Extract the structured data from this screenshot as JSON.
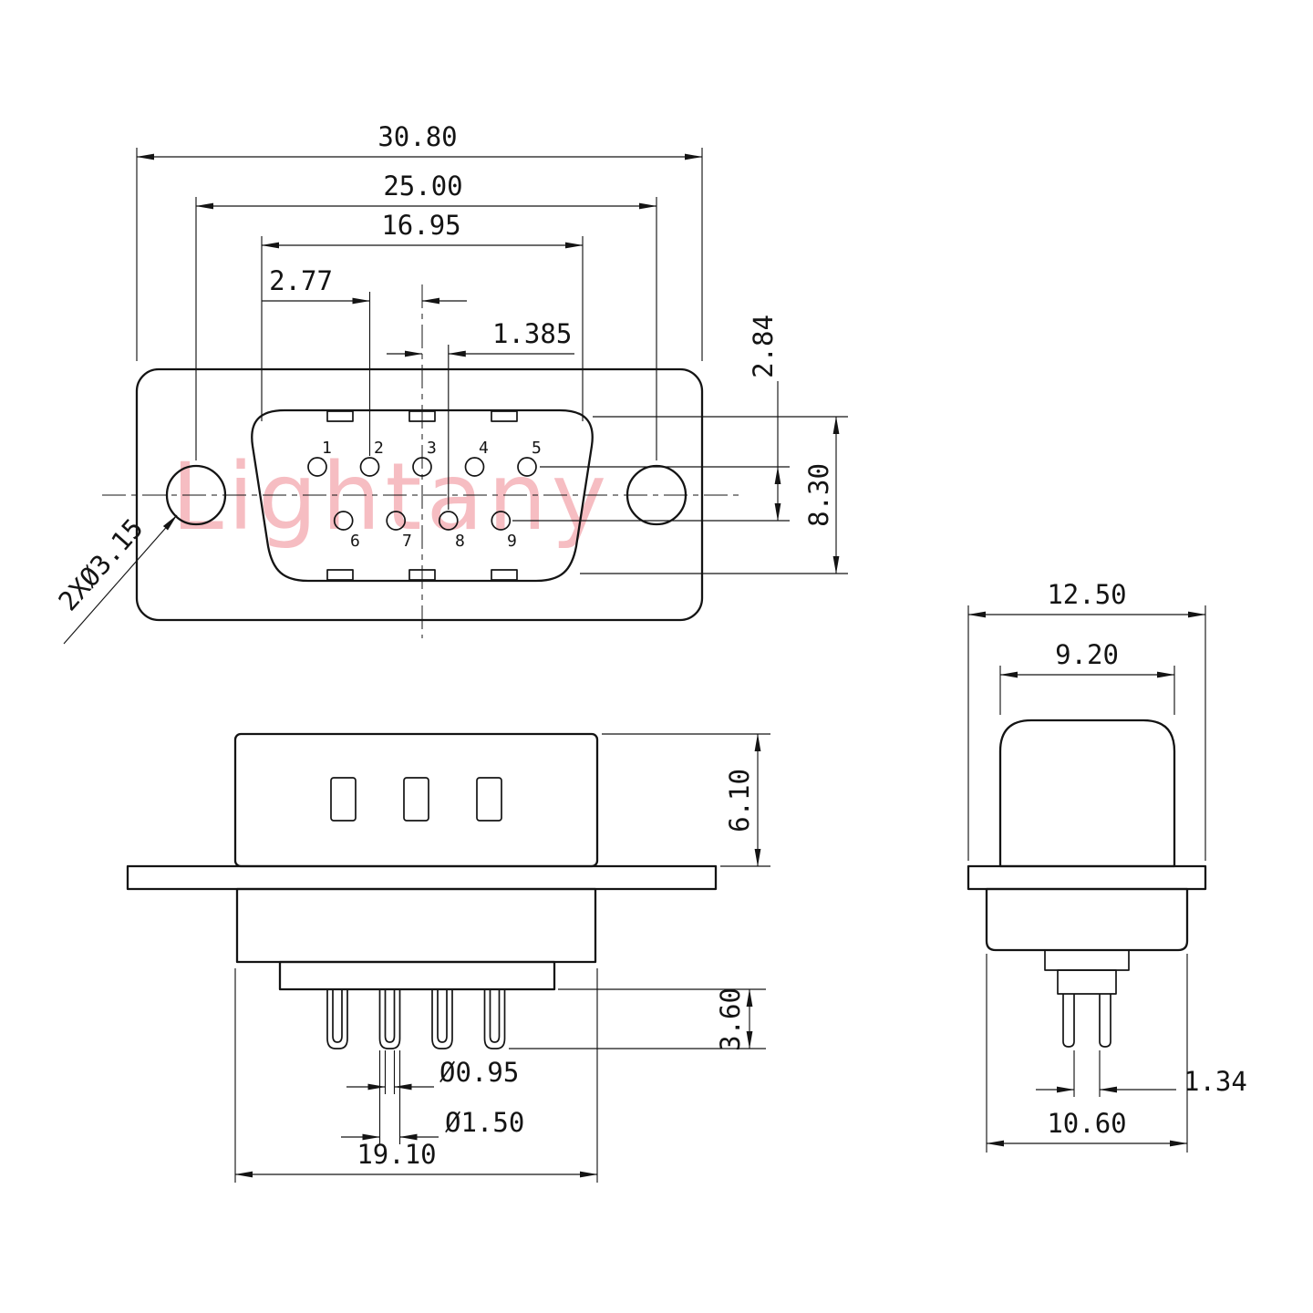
{
  "watermark": "Lightany",
  "front_view": {
    "dims": {
      "overall_width": "30.80",
      "mount_hole_span": "25.00",
      "shell_width": "16.95",
      "pin_pitch": "2.77",
      "pin_half_pitch": "1.385",
      "row_spacing": "2.84",
      "shell_height": "8.30",
      "mount_hole_callout": "2XØ3.15"
    },
    "pin_labels": [
      "1",
      "2",
      "3",
      "4",
      "5",
      "6",
      "7",
      "8",
      "9"
    ]
  },
  "side_view": {
    "dims": {
      "shell_depth": "6.10",
      "pin_length": "3.60",
      "pin_inner_dia": "Ø0.95",
      "pin_outer_dia": "Ø1.50",
      "body_width": "19.10"
    }
  },
  "end_view": {
    "dims": {
      "flange_width": "12.50",
      "shell_top_width": "9.20",
      "pin_gap": "1.34",
      "insulator_width": "10.60"
    }
  }
}
